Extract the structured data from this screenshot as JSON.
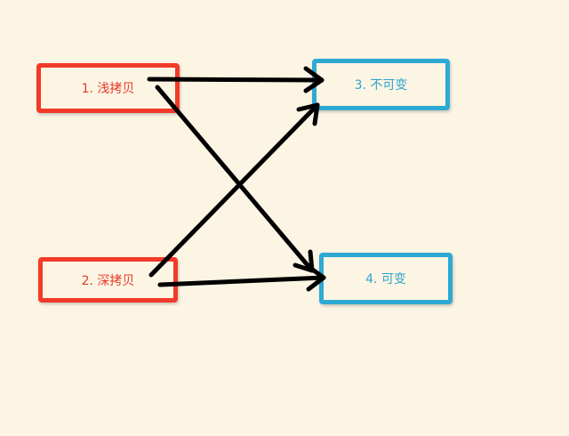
{
  "nodes": {
    "shallow_copy": "1. 浅拷贝",
    "deep_copy": "2. 深拷贝",
    "immutable": "3. 不可变",
    "mutable": "4. 可变"
  },
  "colors": {
    "copy": "#f23a2a",
    "type": "#2ea9d4",
    "arrow": "#000000",
    "background": "#fcf5e3"
  },
  "edges": [
    {
      "from": "shallow_copy",
      "to": "immutable"
    },
    {
      "from": "shallow_copy",
      "to": "mutable"
    },
    {
      "from": "deep_copy",
      "to": "immutable"
    },
    {
      "from": "deep_copy",
      "to": "mutable"
    }
  ]
}
